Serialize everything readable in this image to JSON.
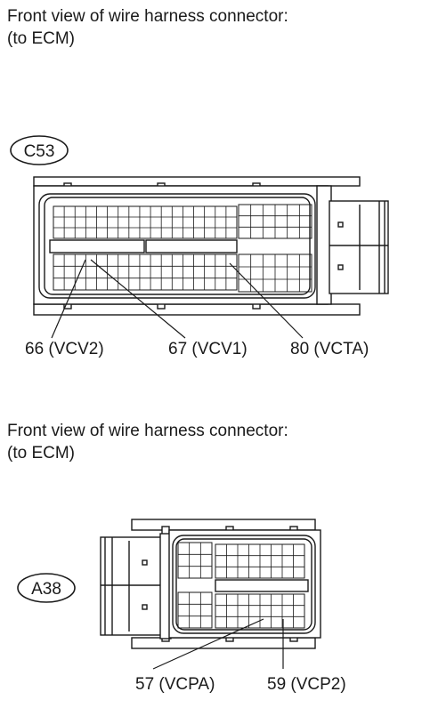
{
  "connector_c53": {
    "caption_line1": "Front view of wire harness connector:",
    "caption_line2": "(to ECM)",
    "id": "C53",
    "pins": [
      {
        "label": "66 (VCV2)"
      },
      {
        "label": "67 (VCV1)"
      },
      {
        "label": "80 (VCTA)"
      }
    ]
  },
  "connector_a38": {
    "caption_line1": "Front view of wire harness connector:",
    "caption_line2": "(to ECM)",
    "id": "A38",
    "pins": [
      {
        "label": "57 (VCPA)"
      },
      {
        "label": "59 (VCP2)"
      }
    ]
  },
  "colors": {
    "line": "#1a1a1a",
    "background": "#ffffff"
  }
}
